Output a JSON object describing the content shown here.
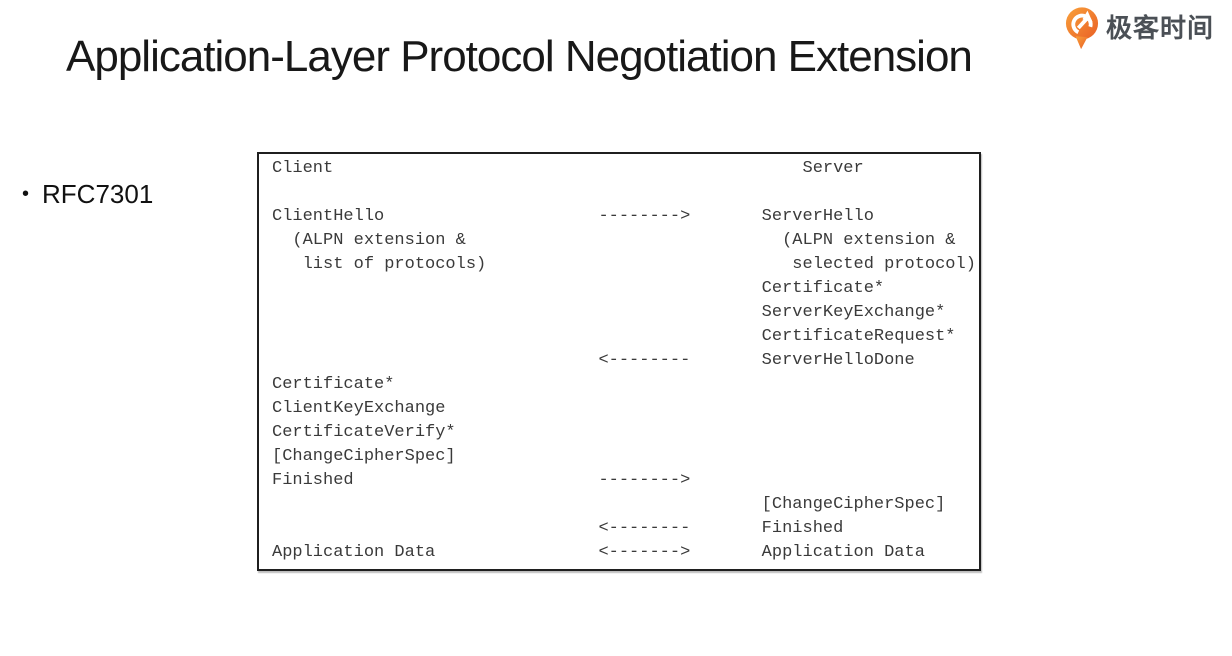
{
  "slide": {
    "title": "Application-Layer Protocol Negotiation Extension",
    "bullet": {
      "marker": "•",
      "label": "RFC7301"
    }
  },
  "logo": {
    "text": "极客时间",
    "icon": "geektime-q-icon",
    "colors": {
      "icon_orange_light": "#f9a13b",
      "icon_orange_dark": "#e95f25",
      "text": "#4b5056"
    }
  },
  "figure": {
    "endpoints": [
      "Client",
      "Server"
    ],
    "text_color": "#3a3a3a",
    "border_color": "#1f1f1f",
    "lines": [
      "Client                                              Server",
      "",
      "ClientHello                     -------->       ServerHello",
      "  (ALPN extension &                               (ALPN extension &",
      "   list of protocols)                              selected protocol)",
      "                                                Certificate*",
      "                                                ServerKeyExchange*",
      "                                                CertificateRequest*",
      "                                <--------       ServerHelloDone",
      "Certificate*",
      "ClientKeyExchange",
      "CertificateVerify*",
      "[ChangeCipherSpec]",
      "Finished                        -------->",
      "                                                [ChangeCipherSpec]",
      "                                <--------       Finished",
      "Application Data                <------->       Application Data"
    ]
  }
}
